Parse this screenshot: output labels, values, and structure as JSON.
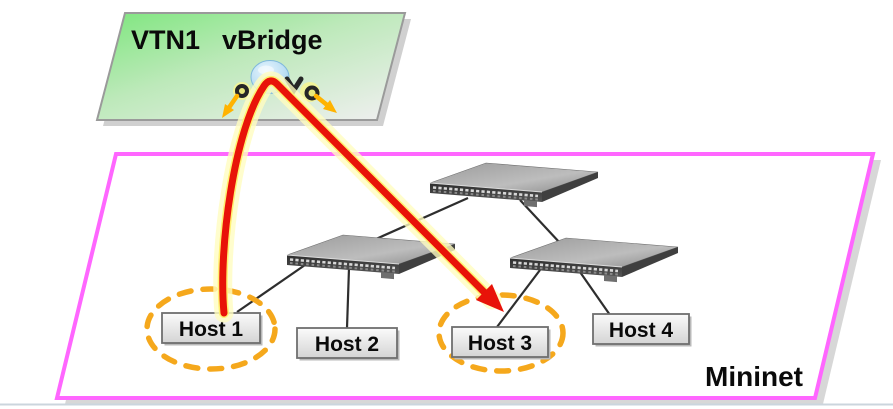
{
  "vtn_panel": {
    "label": "VTN1",
    "sublabel": "vBridge"
  },
  "mininet_panel": {
    "label": "Mininet"
  },
  "hosts": [
    {
      "label": "Host 1",
      "highlighted": true
    },
    {
      "label": "Host 2",
      "highlighted": false
    },
    {
      "label": "Host 3",
      "highlighted": true
    },
    {
      "label": "Host 4",
      "highlighted": false
    }
  ],
  "flow": {
    "description": "traffic path from Host 1 through vBridge to Host 3"
  },
  "icons": {
    "vbridge_node_icon": "blue-sphere",
    "port_icon": "dark-ring",
    "port_v_icon": "dark-v-mark",
    "flow_arrow_icon": "orange-arrow",
    "switch_icon": "rack-switch-3d"
  },
  "colors": {
    "vtn_green": "#86E886",
    "panel_border_pink": "#FF66FF",
    "flow_red": "#E81309",
    "flow_glow_outer": "#FFFCC0",
    "flow_glow_inner": "#FFF06A",
    "highlight_orange": "#F5A81C",
    "port_arrow_orange": "#FFB300",
    "link_black": "#2E2E2E",
    "vbridge_node_blue": "#8CC7E9"
  }
}
